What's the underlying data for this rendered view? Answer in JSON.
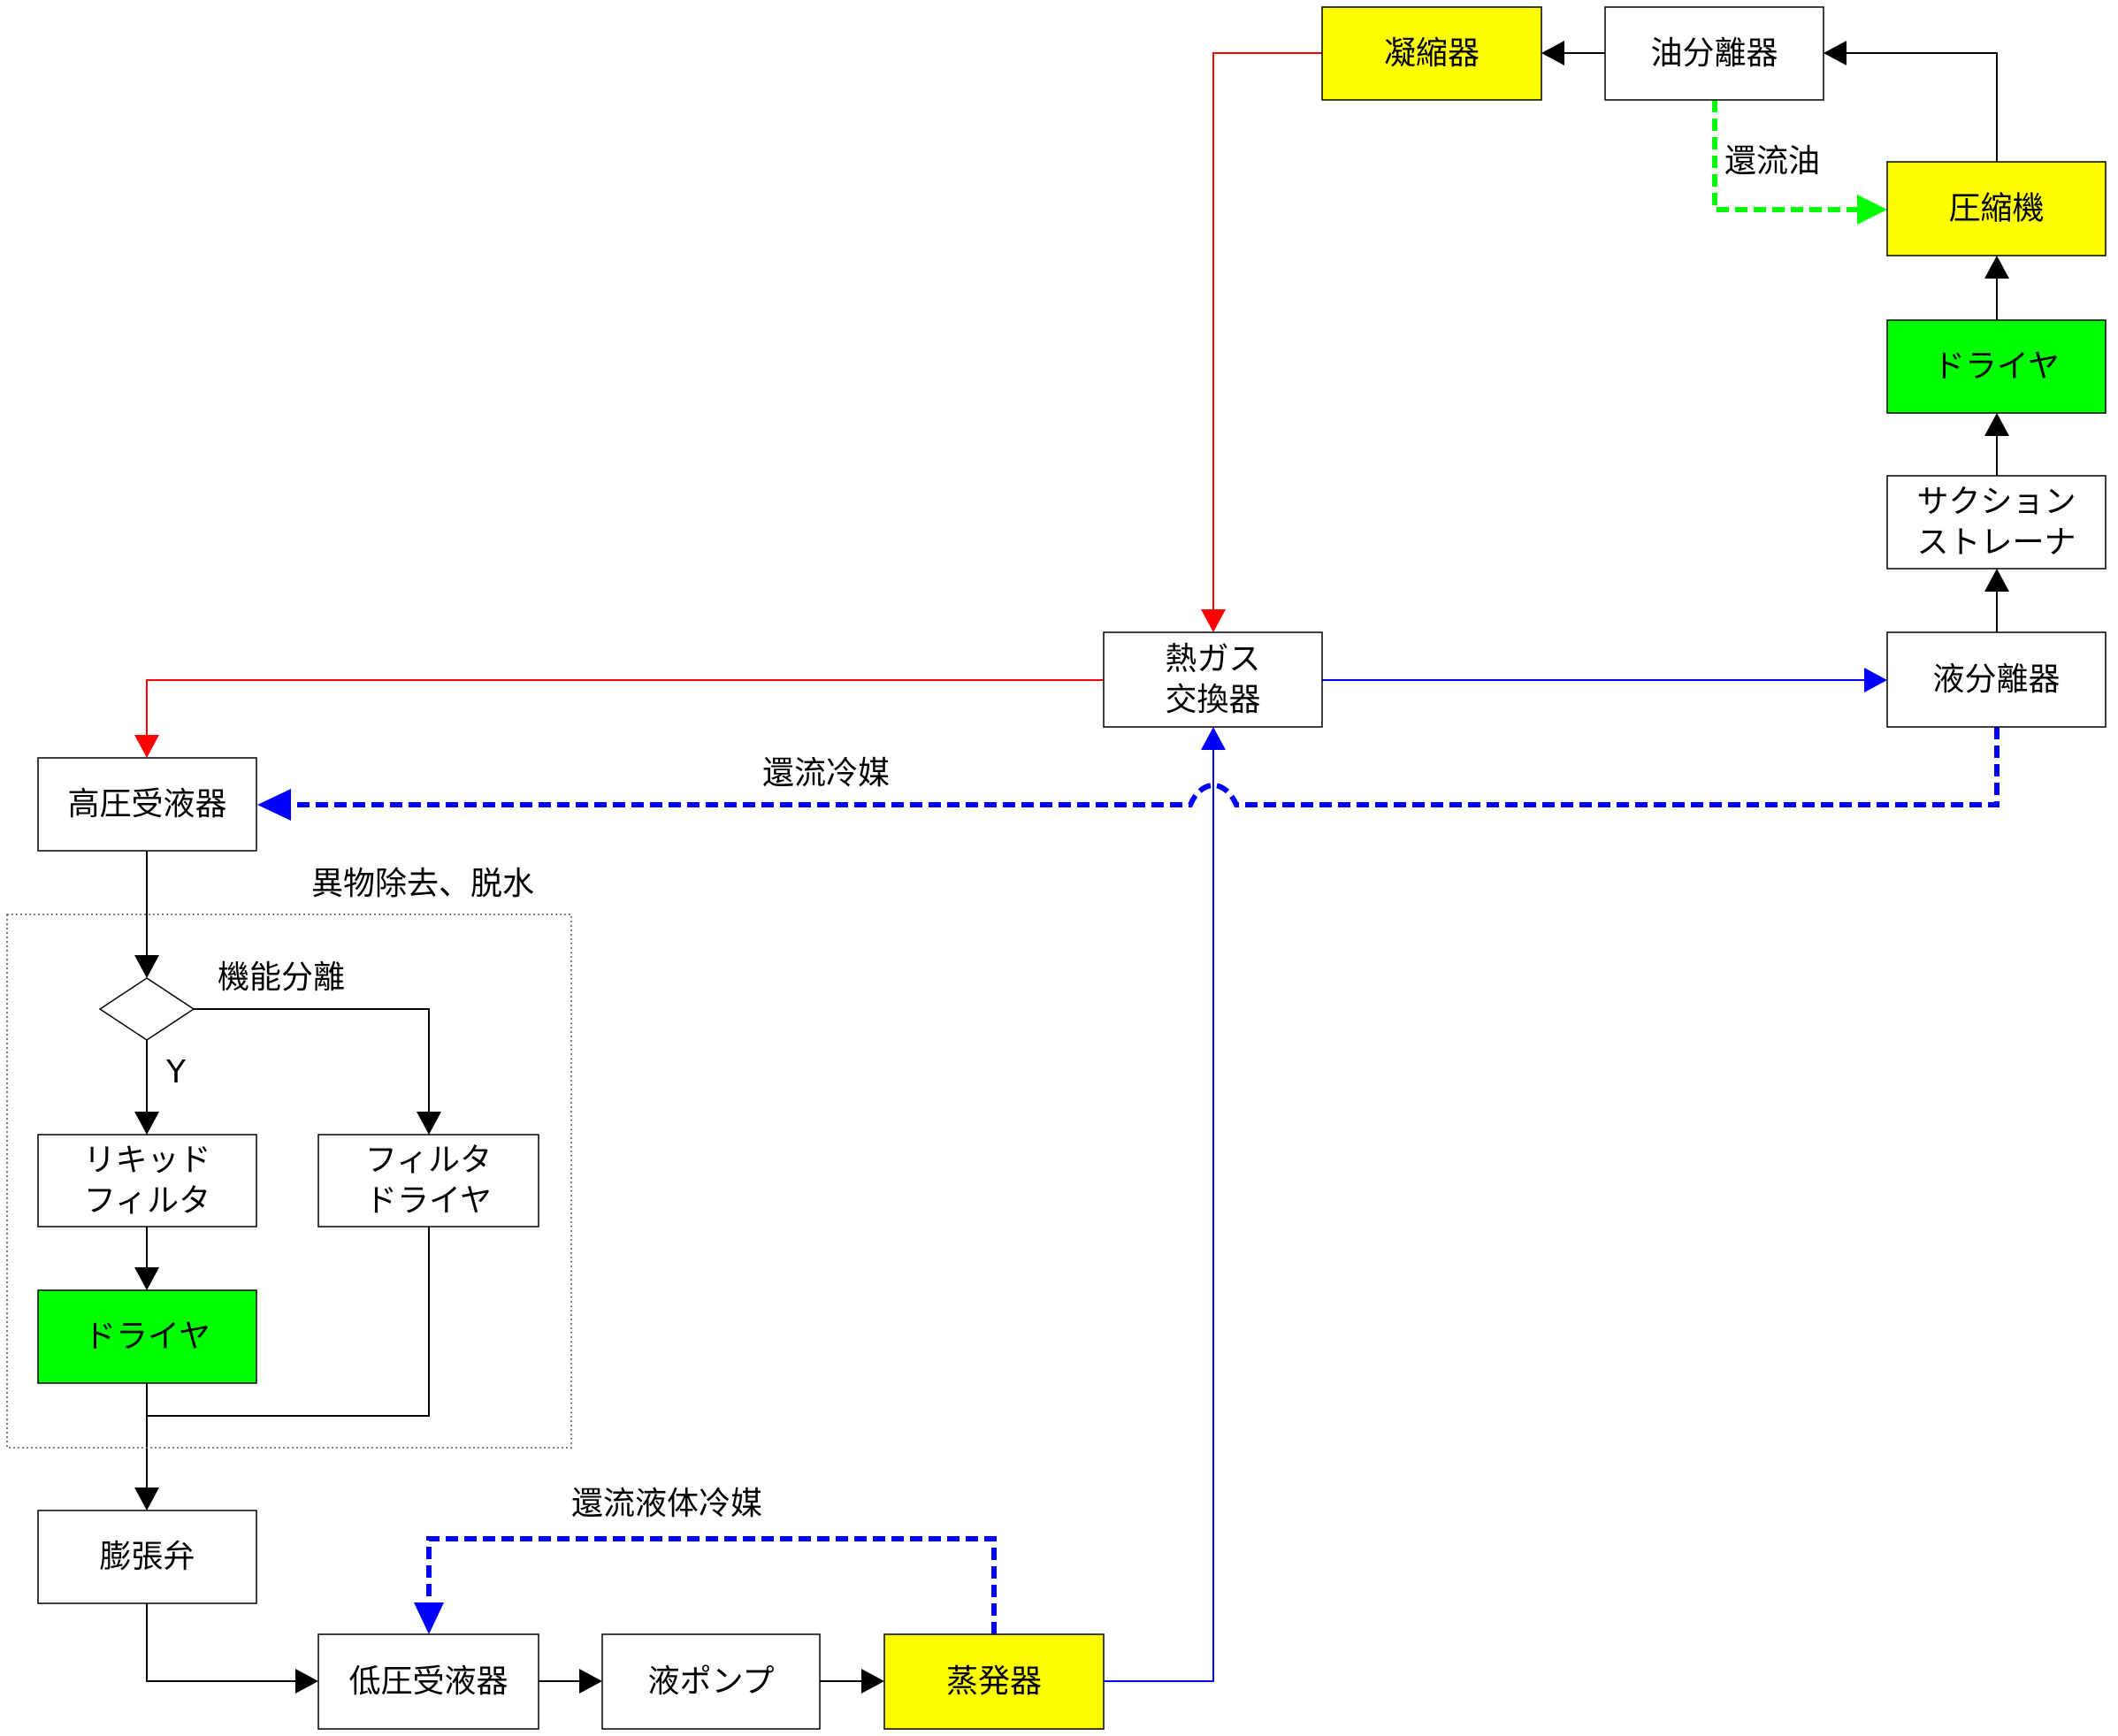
{
  "title": "冷凍サイクル フロー図",
  "colors": {
    "yellow": "#ffff00",
    "green": "#00ff00",
    "white": "#ffffff",
    "red_line": "#ff0000",
    "blue_line": "#0000ff",
    "green_dash": "#00ff00",
    "black_line": "#000000"
  },
  "nodes": {
    "condenser": {
      "lines": [
        "凝縮器"
      ],
      "fill": "yellow"
    },
    "oil_separator": {
      "lines": [
        "油分離器"
      ],
      "fill": "white"
    },
    "compressor": {
      "lines": [
        "圧縮機"
      ],
      "fill": "yellow"
    },
    "dryer_right": {
      "lines": [
        "ドライヤ"
      ],
      "fill": "green"
    },
    "suction_strainer": {
      "lines": [
        "サクション",
        "ストレーナ"
      ],
      "fill": "white"
    },
    "liquid_separator": {
      "lines": [
        "液分離器"
      ],
      "fill": "white"
    },
    "hot_gas_exchanger": {
      "lines": [
        "熱ガス",
        "交換器"
      ],
      "fill": "white"
    },
    "high_pressure_receiver": {
      "lines": [
        "高圧受液器"
      ],
      "fill": "white"
    },
    "liquid_filter": {
      "lines": [
        "リキッド",
        "フィルタ"
      ],
      "fill": "white"
    },
    "filter_dryer": {
      "lines": [
        "フィルタ",
        "ドライヤ"
      ],
      "fill": "white"
    },
    "dryer_left": {
      "lines": [
        "ドライヤ"
      ],
      "fill": "green"
    },
    "expansion_valve": {
      "lines": [
        "膨張弁"
      ],
      "fill": "white"
    },
    "low_pressure_receiver": {
      "lines": [
        "低圧受液器"
      ],
      "fill": "white"
    },
    "liquid_pump": {
      "lines": [
        "液ポンプ"
      ],
      "fill": "white"
    },
    "evaporator": {
      "lines": [
        "蒸発器"
      ],
      "fill": "yellow"
    }
  },
  "labels": {
    "return_oil": "還流油",
    "return_refrigerant": "還流冷媒",
    "foreign_removal": "異物除去、脱水",
    "function_separation": "機能分離",
    "yes_branch": "Y",
    "return_liquid_refrigerant": "還流液体冷媒"
  }
}
